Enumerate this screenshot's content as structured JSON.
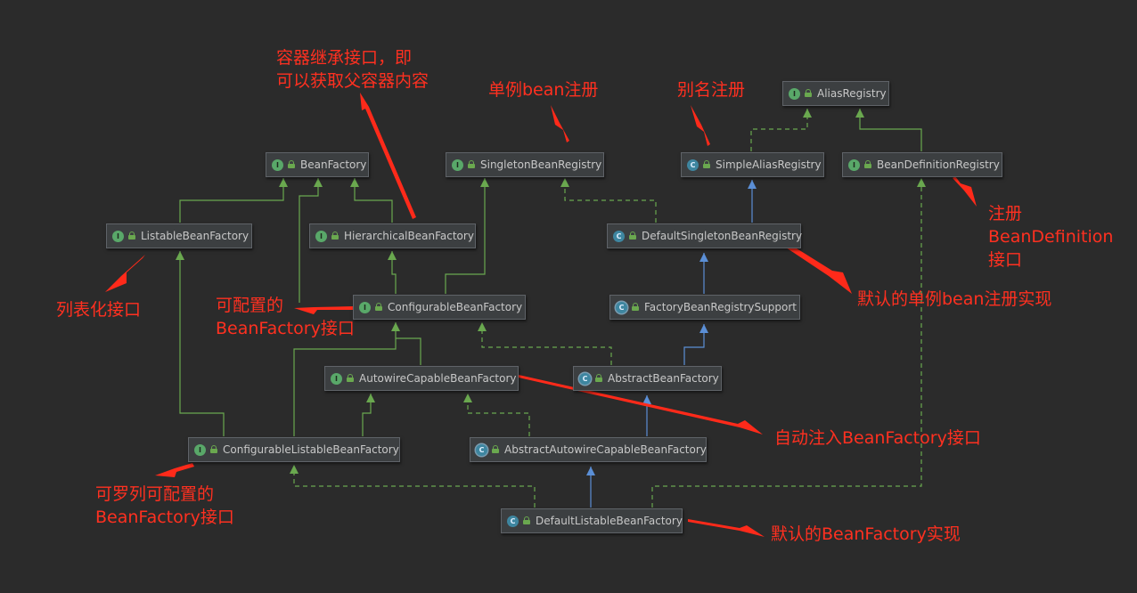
{
  "nodes": {
    "alias_registry": {
      "name": "AliasRegistry",
      "badge": "I"
    },
    "bean_factory": {
      "name": "BeanFactory",
      "badge": "I"
    },
    "singleton_bean_registry": {
      "name": "SingletonBeanRegistry",
      "badge": "I"
    },
    "simple_alias_registry": {
      "name": "SimpleAliasRegistry",
      "badge": "C"
    },
    "bean_definition_registry": {
      "name": "BeanDefinitionRegistry",
      "badge": "I"
    },
    "listable_bean_factory": {
      "name": "ListableBeanFactory",
      "badge": "I"
    },
    "hierarchical_bean_factory": {
      "name": "HierarchicalBeanFactory",
      "badge": "I"
    },
    "default_singleton_bean_registry": {
      "name": "DefaultSingletonBeanRegistry",
      "badge": "C"
    },
    "configurable_bean_factory": {
      "name": "ConfigurableBeanFactory",
      "badge": "I"
    },
    "factory_bean_registry_support": {
      "name": "FactoryBeanRegistrySupport",
      "badge": "C"
    },
    "autowire_capable_bean_factory": {
      "name": "AutowireCapableBeanFactory",
      "badge": "I"
    },
    "abstract_bean_factory": {
      "name": "AbstractBeanFactory",
      "badge": "C"
    },
    "configurable_listable_bean_factory": {
      "name": "ConfigurableListableBeanFactory",
      "badge": "I"
    },
    "abstract_autowire_capable_bean_factory": {
      "name": "AbstractAutowireCapableBeanFactory",
      "badge": "C"
    },
    "default_listable_bean_factory": {
      "name": "DefaultListableBeanFactory",
      "badge": "C"
    }
  },
  "annotations": {
    "container_inherit": "容器继承接口，即\n可以获取父容器内容",
    "singleton_register": "单例bean注册",
    "alias_register": "别名注册",
    "bean_definition_register": "注册\nBeanDefinition\n接口",
    "default_singleton_impl": "默认的单例bean注册实现",
    "listable": "列表化接口",
    "configurable": "可配置的\nBeanFactory接口",
    "autowire": "自动注入BeanFactory接口",
    "configurable_listable": "可罗列可配置的\nBeanFactory接口",
    "default_impl": "默认的BeanFactory实现"
  },
  "colors": {
    "background": "#2b2b2b",
    "interface_edge": "#6aa84f",
    "class_edge": "#5b8fd6",
    "annotation": "#ff3020"
  }
}
